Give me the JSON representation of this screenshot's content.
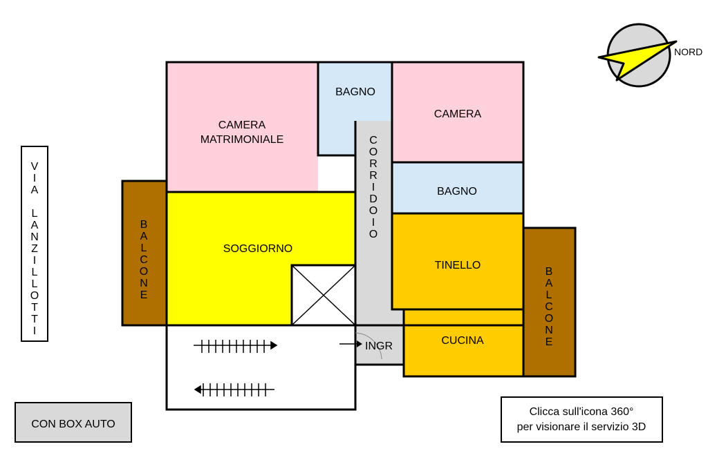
{
  "rooms": {
    "camera_matrimoniale": [
      "CAMERA",
      "MATRIMONIALE"
    ],
    "bagno_1": "BAGNO",
    "camera": "CAMERA",
    "bagno_2": "BAGNO",
    "corridoio": [
      "C",
      "O",
      "R",
      "R",
      "I",
      "D",
      "O",
      "I",
      "O"
    ],
    "soggiorno": "SOGGIORNO",
    "tinello": "TINELLO",
    "cucina": "CUCINA",
    "balcone_left": [
      "B",
      "A",
      "L",
      "C",
      "O",
      "N",
      "E"
    ],
    "balcone_right": [
      "B",
      "A",
      "L",
      "C",
      "O",
      "N",
      "E"
    ],
    "ingresso": "INGR"
  },
  "street": [
    "V",
    "I",
    "A",
    "",
    "L",
    "A",
    "N",
    "Z",
    "I",
    "L",
    "L",
    "O",
    "T",
    "T",
    "I"
  ],
  "compass_label": "NORD",
  "box_auto": "CON BOX AUTO",
  "info": [
    "Clicca sull'icona 360°",
    "per visionare il servizio 3D"
  ],
  "colors": {
    "pink": "#FFD1DC",
    "blue": "#D4E8F8",
    "grey": "#D9D9D9",
    "yellow": "#FFFF00",
    "orange": "#FFCC00",
    "brown": "#B07000"
  }
}
